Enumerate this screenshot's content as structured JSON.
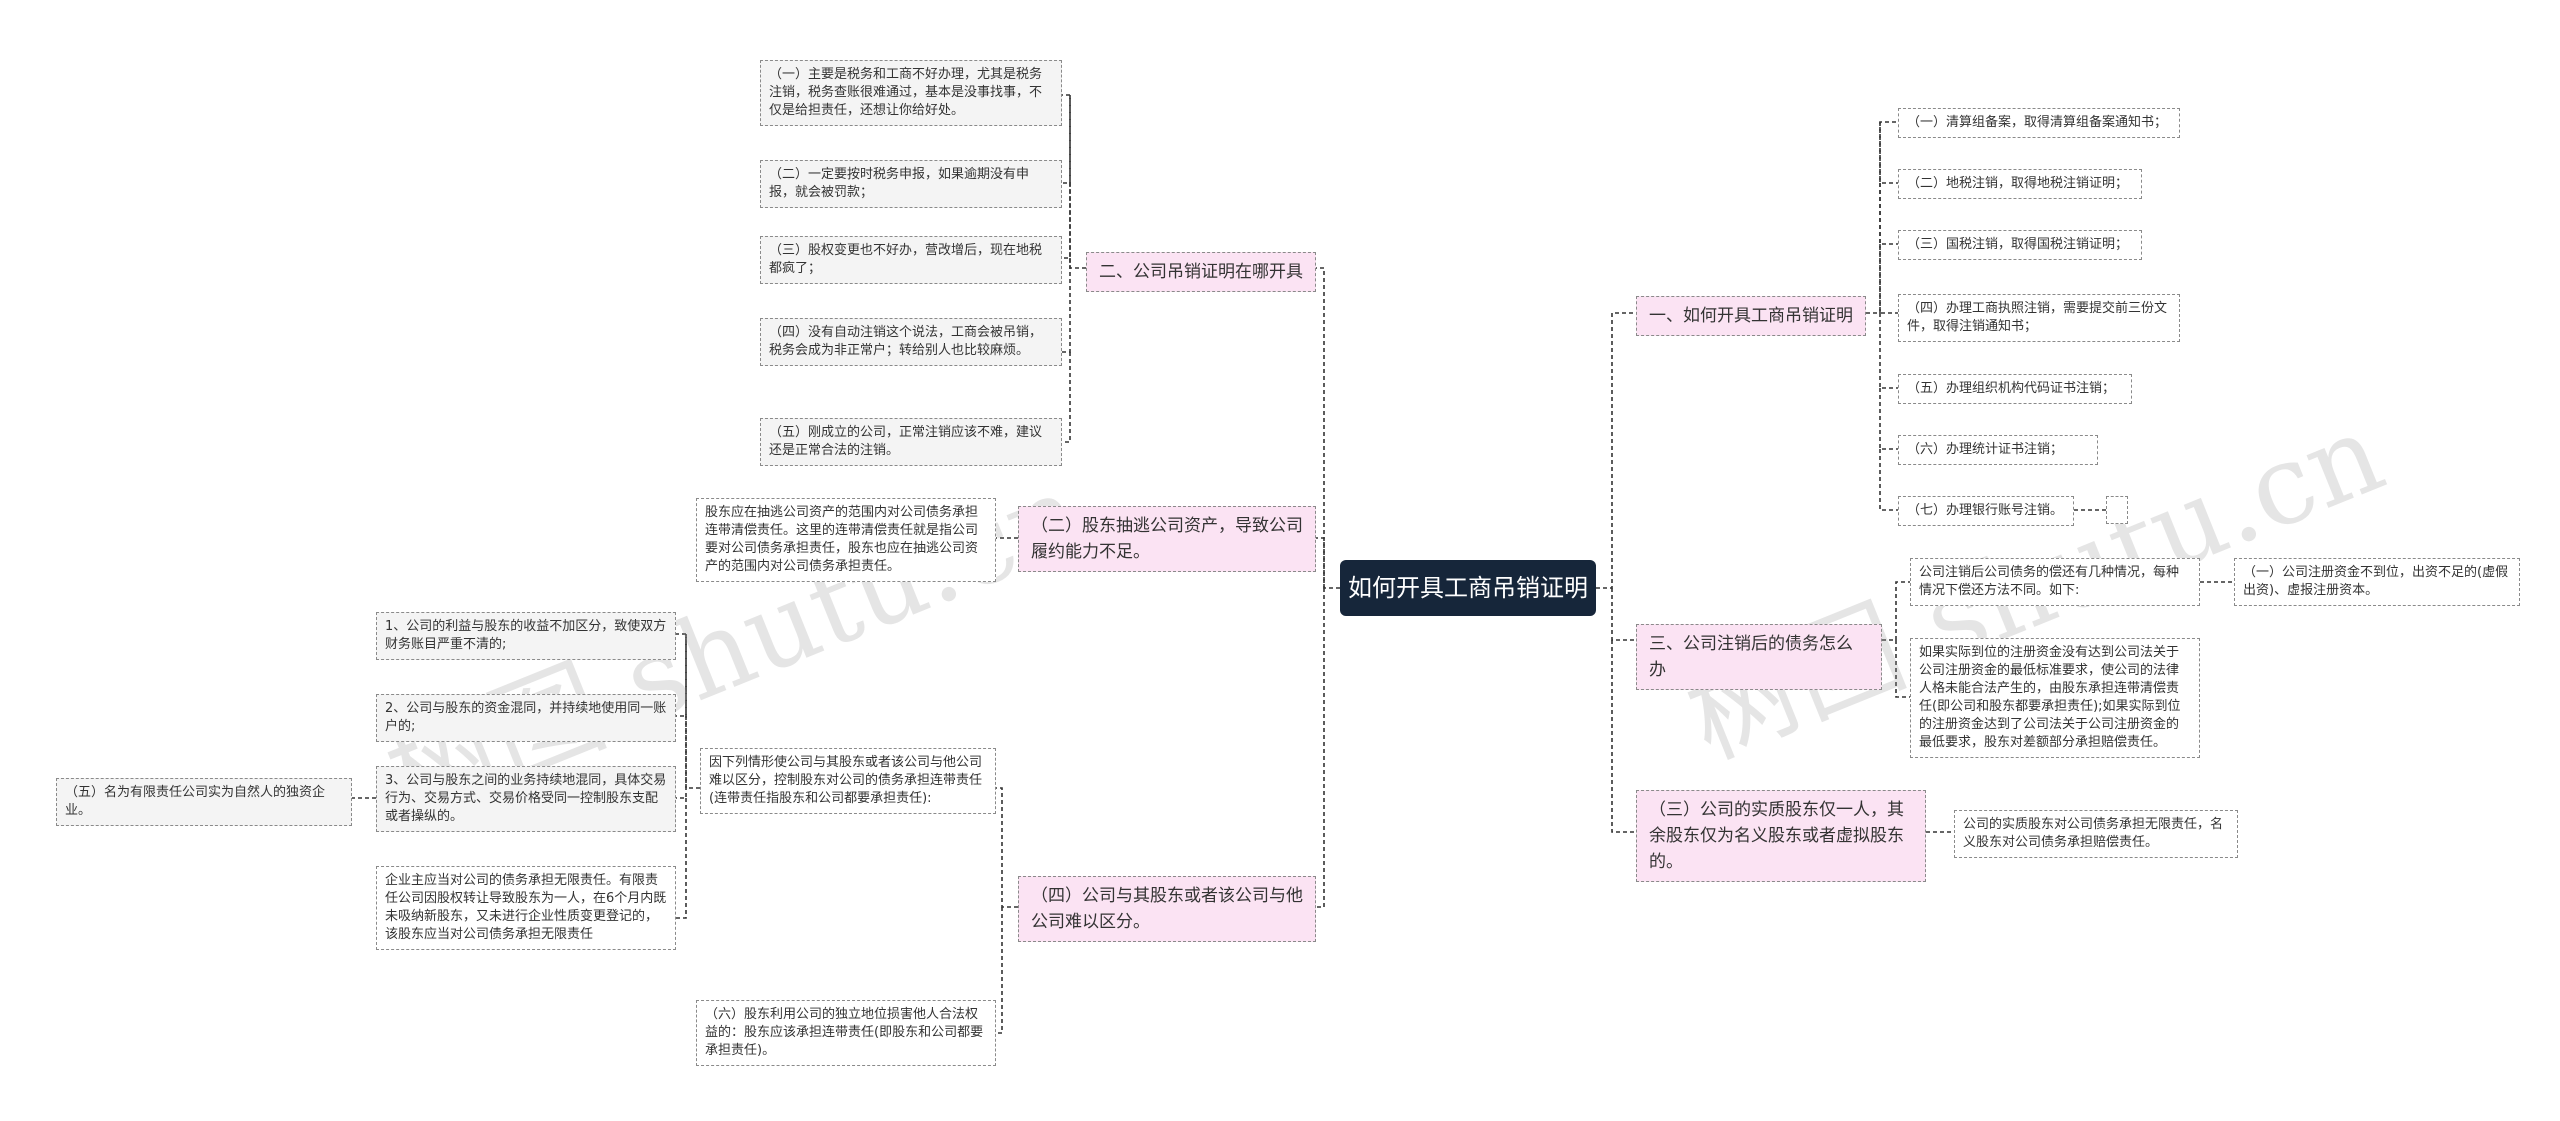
{
  "root": "如何开具工商吊销证明",
  "watermark": "树图 shutu.cn",
  "branches": {
    "b1": {
      "title": "一、如何开具工商吊销证明",
      "items": [
        "（一）清算组备案，取得清算组备案通知书；",
        "（二）地税注销，取得地税注销证明；",
        "（三）国税注销，取得国税注销证明；",
        "（四）办理工商执照注销，需要提交前三份文件，取得注销通知书；",
        "（五）办理组织机构代码证书注销；",
        "（六）办理统计证书注销；",
        "（七）办理银行账号注销。"
      ]
    },
    "b3": {
      "title": "三、公司注销后的债务怎么办",
      "item1": "公司注销后公司债务的偿还有几种情况，每种情况下偿还方法不同。如下:",
      "sub1": "（一）公司注册资金不到位，出资不足的(虚假出资)、虚报注册资本。",
      "item2": "如果实际到位的注册资金没有达到公司法关于公司注册资金的最低标准要求，使公司的法律人格未能合法产生的，由股东承担连带清偿责任(即公司和股东都要承担责任);如果实际到位的注册资金达到了公司法关于公司注册资金的最低要求，股东对差额部分承担赔偿责任。"
    },
    "b3c": {
      "title": "（三）公司的实质股东仅一人，其余股东仅为名义股东或者虚拟股东的。",
      "item": "公司的实质股东对公司债务承担无限责任，名义股东对公司债务承担赔偿责任。"
    },
    "b2": {
      "title": "二、公司吊销证明在哪开具",
      "items": [
        "（一）主要是税务和工商不好办理，尤其是税务注销，税务查账很难通过，基本是没事找事，不仅是给担责任，还想让你给好处。",
        "（二）一定要按时税务申报，如果逾期没有申报，就会被罚款；",
        "（三）股权变更也不好办，营改增后，现在地税都疯了；",
        "（四）没有自动注销这个说法，工商会被吊销，税务会成为非正常户；转给别人也比较麻烦。",
        "（五）刚成立的公司，正常注销应该不难，建议还是正常合法的注销。"
      ]
    },
    "b22": {
      "title": "（二）股东抽逃公司资产，导致公司履约能力不足。",
      "item": "股东应在抽逃公司资产的范围内对公司债务承担连带清偿责任。这里的连带清偿责任就是指公司要对公司债务承担责任，股东也应在抽逃公司资产的范围内对公司债务承担责任。"
    },
    "b4": {
      "title": "（四）公司与其股东或者该公司与他公司难以区分。",
      "item1": "因下列情形使公司与其股东或者该公司与他公司难以区分，控制股东对公司的债务承担连带责任(连带责任指股东和公司都要承担责任):",
      "subs": [
        "1、公司的利益与股东的收益不加区分，致使双方财务账目严重不清的;",
        "2、公司与股东的资金混同，并持续地使用同一账户的;",
        "3、公司与股东之间的业务持续地混同，具体交易行为、交易方式、交易价格受同一控制股东支配或者操纵的。",
        "企业主应当对公司的债务承担无限责任。有限责任公司因股权转让导致股东为一人，在6个月内既未吸纳新股东，又未进行企业性质变更登记的，该股东应当对公司债务承担无限责任"
      ],
      "sub5": "（五）名为有限责任公司实为自然人的独资企业。",
      "item2": "（六）股东利用公司的独立地位损害他人合法权益的：股东应该承担连带责任(即股东和公司都要承担责任)。"
    }
  }
}
